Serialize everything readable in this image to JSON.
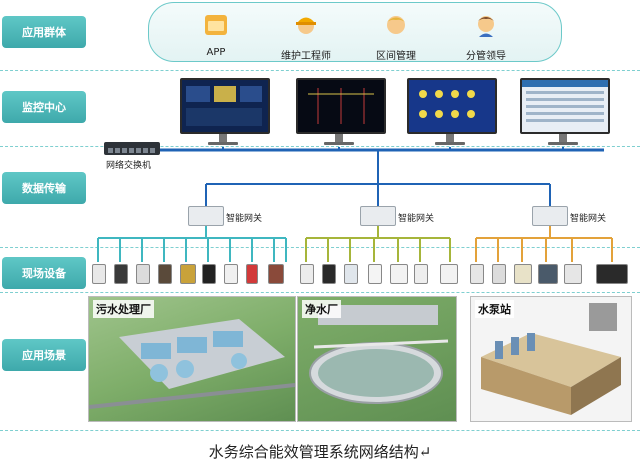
{
  "layers": {
    "application_group": "应用群体",
    "monitor_center": "监控中心",
    "data_transfer": "数据传输",
    "field_devices": "现场设备",
    "application_scenes": "应用场景"
  },
  "groups": [
    {
      "label": "APP",
      "icon": "app-icon"
    },
    {
      "label": "维护工程师",
      "icon": "engineer-icon"
    },
    {
      "label": "区间管理",
      "icon": "manager-icon"
    },
    {
      "label": "分管领导",
      "icon": "leader-icon"
    }
  ],
  "switch_label": "网络交换机",
  "gateway_label": "智能网关",
  "scenes": [
    {
      "title": "污水处理厂"
    },
    {
      "title": "净水厂"
    },
    {
      "title": "水泵站"
    }
  ],
  "caption": "水务综合能效管理系统网络结构↵",
  "colors": {
    "label_teal": "#46b1b2",
    "line_blue": "#1f63b5",
    "drop_teal": "#3fb7c0",
    "drop_olive": "#a6b53a",
    "drop_orange": "#e3a23a"
  }
}
